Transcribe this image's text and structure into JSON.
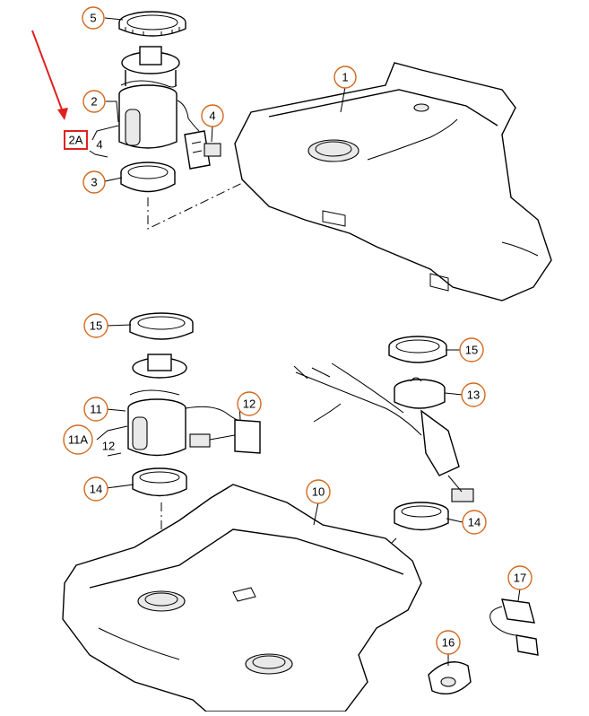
{
  "callouts": {
    "c1": "1",
    "c2": "2",
    "c2a": "2A",
    "c3": "3",
    "c4a": "4",
    "c4b": "4",
    "c5": "5",
    "c10": "10",
    "c11": "11",
    "c11a": "11A",
    "c12a": "12",
    "c12b": "12",
    "c13": "13",
    "c14a": "14",
    "c14b": "14",
    "c15a": "15",
    "c15b": "15",
    "c16": "16",
    "c17": "17"
  },
  "colors": {
    "callout_ring": "#d2691e",
    "highlight": "#e02020",
    "line": "#000000"
  }
}
